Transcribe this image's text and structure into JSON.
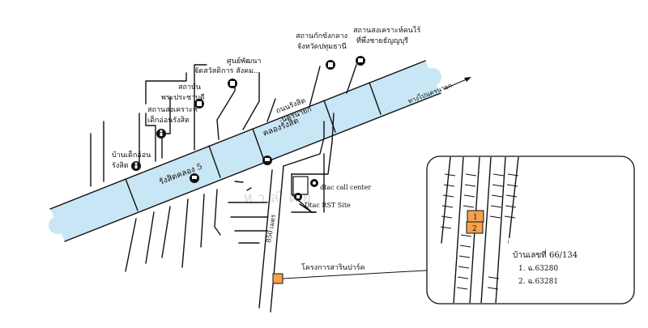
{
  "canal": {
    "label_main": "คลองรังสิต",
    "label_west": "รังสิตคลอง 5",
    "color": "#c8e6f5"
  },
  "road_label": {
    "line1": "ถนนรังสิต",
    "line2": "-นครนายก"
  },
  "direction": "ทางไปนครนายก",
  "distance": "850 เมตร",
  "places": {
    "p1": {
      "line1": "สถานกักขังกลาง",
      "line2": "จังหวัดปทุมธานี"
    },
    "p2": {
      "line1": "สถานสงเคราะห์คนไร้",
      "line2": "ที่พึ่งชายธัญญบุรี"
    },
    "p3": {
      "line1": "ศูนย์พัฒนา",
      "line2": "จัดสวัสดิการ สังคม..."
    },
    "p4": {
      "line1": "สถาบัน",
      "line2": "พระประชาบดี"
    },
    "p5": {
      "line1": "สถานสงเคราะห์",
      "line2": "เด็กอ่อนรังสิต"
    },
    "p6": {
      "line1": "บ้านเด็กอ่อน",
      "line2": "รังสิต"
    },
    "dtac": "dtac call center",
    "dtac_rst": "Dtac RST Site"
  },
  "project": {
    "label": "โครงการสารินปาร์ค",
    "color": "#f5a24b"
  },
  "inset": {
    "address": "บ้านเลขที่ 66/134",
    "deed1": "1. ฉ.63280",
    "deed2": "2. ฉ.63281",
    "lot1": "1",
    "lot2": "2"
  },
  "watermark": "ห  า  ล  ิ  ต  ย"
}
